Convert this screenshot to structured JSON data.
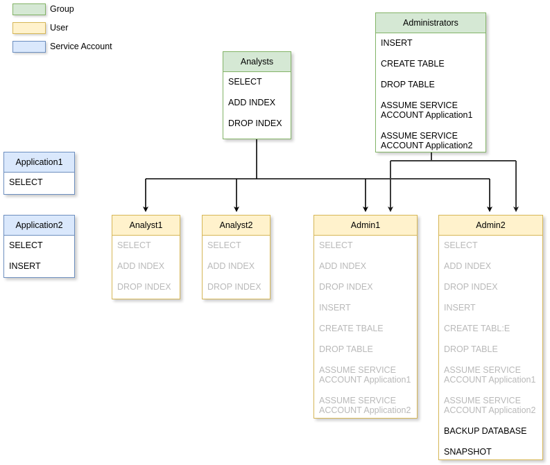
{
  "legend": {
    "items": [
      {
        "label": "Group",
        "fill": "#d5e8d4",
        "stroke": "#82b366"
      },
      {
        "label": "User",
        "fill": "#fff2cc",
        "stroke": "#d6b656"
      },
      {
        "label": "Service Account",
        "fill": "#dae8fc",
        "stroke": "#6c8ebf"
      }
    ]
  },
  "nodes": {
    "analysts": {
      "title": "Analysts",
      "type": "Group",
      "permissions": [
        "SELECT",
        "ADD INDEX",
        "DROP INDEX"
      ]
    },
    "administrators": {
      "title": "Administrators",
      "type": "Group",
      "permissions": [
        "INSERT",
        "CREATE TABLE",
        "DROP TABLE",
        "ASSUME SERVICE\nACCOUNT Application1",
        "ASSUME SERVICE\nACCOUNT Application2"
      ]
    },
    "application1": {
      "title": "Application1",
      "type": "Service Account",
      "permissions": [
        "SELECT"
      ]
    },
    "application2": {
      "title": "Application2",
      "type": "Service Account",
      "permissions": [
        "SELECT",
        "INSERT"
      ]
    },
    "analyst1": {
      "title": "Analyst1",
      "type": "User",
      "inherited": [
        "SELECT",
        "ADD INDEX",
        "DROP INDEX"
      ],
      "direct": []
    },
    "analyst2": {
      "title": "Analyst2",
      "type": "User",
      "inherited": [
        "SELECT",
        "ADD INDEX",
        "DROP INDEX"
      ],
      "direct": []
    },
    "admin1": {
      "title": "Admin1",
      "type": "User",
      "inherited": [
        "SELECT",
        "ADD INDEX",
        "DROP INDEX",
        "INSERT",
        "CREATE TBALE",
        "DROP TABLE",
        "ASSUME SERVICE\nACCOUNT Application1",
        "ASSUME SERVICE\nACCOUNT Application2"
      ],
      "direct": []
    },
    "admin2": {
      "title": "Admin2",
      "type": "User",
      "inherited": [
        "SELECT",
        "ADD INDEX",
        "DROP INDEX",
        "INSERT",
        "CREATE TABL:E",
        "DROP TABLE",
        "ASSUME SERVICE\nACCOUNT Application1",
        "ASSUME SERVICE\nACCOUNT Application2"
      ],
      "direct": [
        "BACKUP DATABASE",
        "SNAPSHOT"
      ]
    }
  },
  "edges": [
    {
      "from": "Analysts",
      "to": "Analyst1"
    },
    {
      "from": "Analysts",
      "to": "Analyst2"
    },
    {
      "from": "Analysts",
      "to": "Admin1"
    },
    {
      "from": "Analysts",
      "to": "Admin2"
    },
    {
      "from": "Administrators",
      "to": "Admin1"
    },
    {
      "from": "Administrators",
      "to": "Admin2"
    }
  ]
}
